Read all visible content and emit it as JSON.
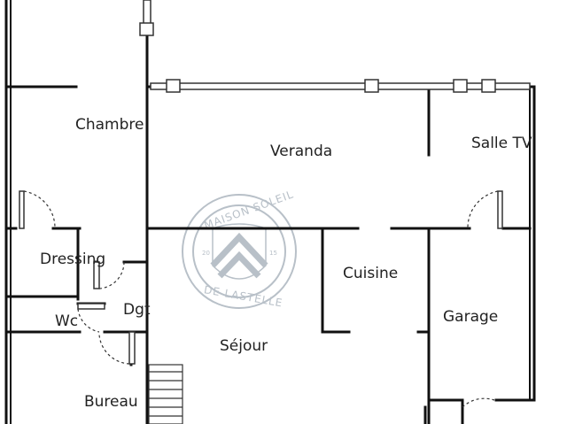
{
  "rooms": {
    "chambre": "Chambre",
    "veranda": "Veranda",
    "salle_tv": "Salle TV",
    "dressing": "Dressing",
    "cuisine": "Cuisine",
    "dgt": "Dgt",
    "wc": "Wc",
    "garage": "Garage",
    "sejour": "Séjour",
    "bureau": "Bureau"
  },
  "watermark": {
    "top_text": "MAISON SOLEIL",
    "bottom_text": "DE LASTELLE",
    "year_left": "20",
    "year_right": "15"
  }
}
